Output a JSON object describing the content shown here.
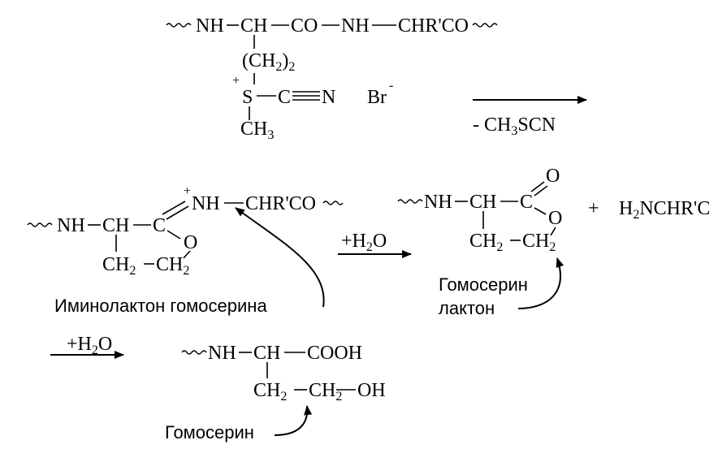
{
  "reactant": {
    "backbone_left": "NH",
    "backbone_ch": "CH",
    "backbone_co": "CO",
    "backbone_nh": "NH",
    "backbone_right": "CHR'CO",
    "side_ch2": "(CH",
    "side_ch2_sub": "2",
    "side_ch2_close": ")",
    "side_ch2_mult": "2",
    "sulfonium_charge": "+",
    "sulfonium_s": "S",
    "cyano_c": "C",
    "cyano_n": "N",
    "bromide": "Br",
    "bromide_charge": "-",
    "methyl_c": "CH",
    "methyl_sub": "3"
  },
  "step1": {
    "reagent": "- CH",
    "reagent_sub": "3",
    "reagent_rest": "SCN"
  },
  "iminolactone": {
    "nh": "NH",
    "ch": "CH",
    "c": "C",
    "o": "O",
    "charge": "+",
    "imine_nh": "NH",
    "right": "CHR'CO",
    "ring_ch2a": "CH",
    "ring_ch2a_sub": "2",
    "ring_ch2b": "CH",
    "ring_ch2b_sub": "2",
    "label": "Иминолактон гомосерина"
  },
  "step2": {
    "reagent": "+H",
    "reagent_sub": "2",
    "reagent_rest": "O"
  },
  "lactone": {
    "nh": "NH",
    "ch": "CH",
    "c": "C",
    "carbonyl_o": "O",
    "ring_o": "O",
    "ring_ch2a": "CH",
    "ring_ch2a_sub": "2",
    "ring_ch2b": "CH",
    "ring_ch2b_sub": "2",
    "label_line1": "Гомосерин",
    "label_line2": "лактон"
  },
  "plus_sign": "+",
  "byproduct": {
    "prefix": "H",
    "prefix_sub": "2",
    "rest": "NCHR'C"
  },
  "step3": {
    "reagent": "+H",
    "reagent_sub": "2",
    "reagent_rest": "O"
  },
  "homoserine": {
    "nh": "NH",
    "ch": "CH",
    "cooh": "COOH",
    "ch2a": "CH",
    "ch2a_sub": "2",
    "ch2b": "CH",
    "ch2b_sub": "2",
    "oh": "OH",
    "label": "Гомосерин"
  }
}
